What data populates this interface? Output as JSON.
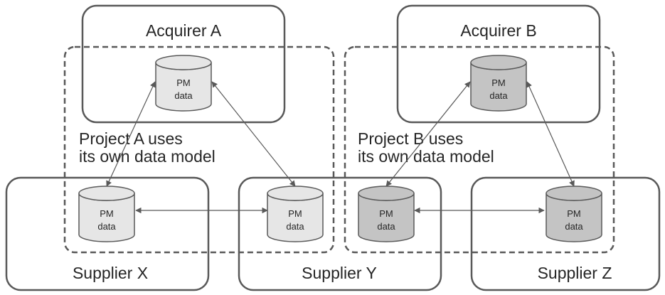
{
  "organizations": {
    "acquirer_a": "Acquirer A",
    "acquirer_b": "Acquirer B",
    "supplier_x": "Supplier X",
    "supplier_y": "Supplier Y",
    "supplier_z": "Supplier Z"
  },
  "projects": {
    "a": {
      "line1": "Project A uses",
      "line2": "its own data model"
    },
    "b": {
      "line1": "Project B uses",
      "line2": "its own data model"
    }
  },
  "databases": [
    {
      "id": "acq-a",
      "line1": "PM",
      "line2": "data",
      "project": "A"
    },
    {
      "id": "sup-x",
      "line1": "PM",
      "line2": "data",
      "project": "A"
    },
    {
      "id": "sup-y-a",
      "line1": "PM",
      "line2": "data",
      "project": "A"
    },
    {
      "id": "acq-b",
      "line1": "PM",
      "line2": "data",
      "project": "B"
    },
    {
      "id": "sup-y-b",
      "line1": "PM",
      "line2": "data",
      "project": "B"
    },
    {
      "id": "sup-z",
      "line1": "PM",
      "line2": "data",
      "project": "B"
    }
  ],
  "colors": {
    "project_a_db": "#e6e6e6",
    "project_b_db": "#c4c4c4",
    "outline": "#595959"
  }
}
